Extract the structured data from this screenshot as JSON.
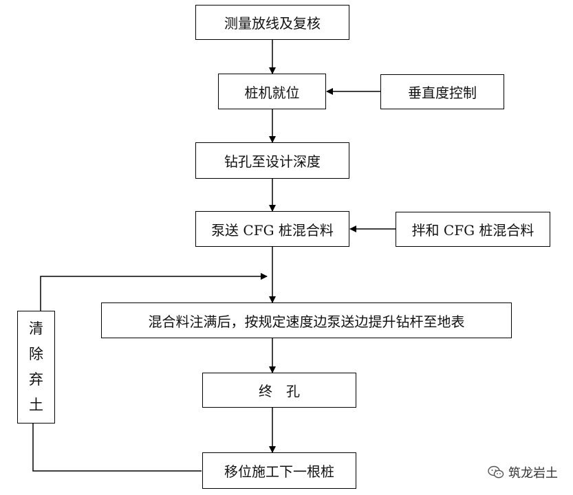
{
  "flow": {
    "step1": "测量放线及复核",
    "step2": "桩机就位",
    "side_vertical": "垂直度控制",
    "step3": "钻孔至设计深度",
    "step4": "泵送 CFG 桩混合料",
    "side_mix": "拌和 CFG 桩混合料",
    "step5": "混合料注满后，按规定速度边泵送边提升钻杆至地表",
    "step6": "终　孔",
    "step7": "移位施工下一根桩",
    "loop": {
      "c1": "清",
      "c2": "除",
      "c3": "弃",
      "c4": "土"
    }
  },
  "watermark": {
    "text": "筑龙岩土",
    "icon": "wechat-icon"
  }
}
